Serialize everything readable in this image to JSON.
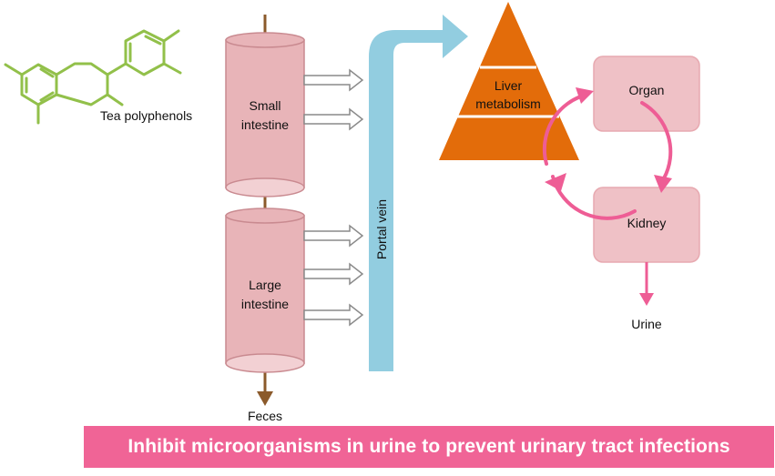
{
  "molecule": {
    "label": "Tea polyphenols",
    "icon": "chemical-structure-icon"
  },
  "small_intestine": {
    "line1": "Small",
    "line2": "intestine"
  },
  "large_intestine": {
    "line1": "Large",
    "line2": "intestine"
  },
  "feces": "Feces",
  "portal_vein": "Portal vein",
  "liver": {
    "line1": "Liver",
    "line2": "metabolism"
  },
  "organ": "Organ",
  "kidney": "Kidney",
  "urine": "Urine",
  "banner": "Inhibit microorganisms in urine to prevent urinary tract infections",
  "colors": {
    "intestine_fill": "#e8b4b8",
    "intestine_stroke": "#c98a90",
    "stem": "#8b5a2b",
    "vein": "#92cde0",
    "liver": "#e36c0a",
    "box": "#efc1c6",
    "cycle": "#ee5d95",
    "molecule": "#92c04a",
    "banner": "#f06496"
  }
}
